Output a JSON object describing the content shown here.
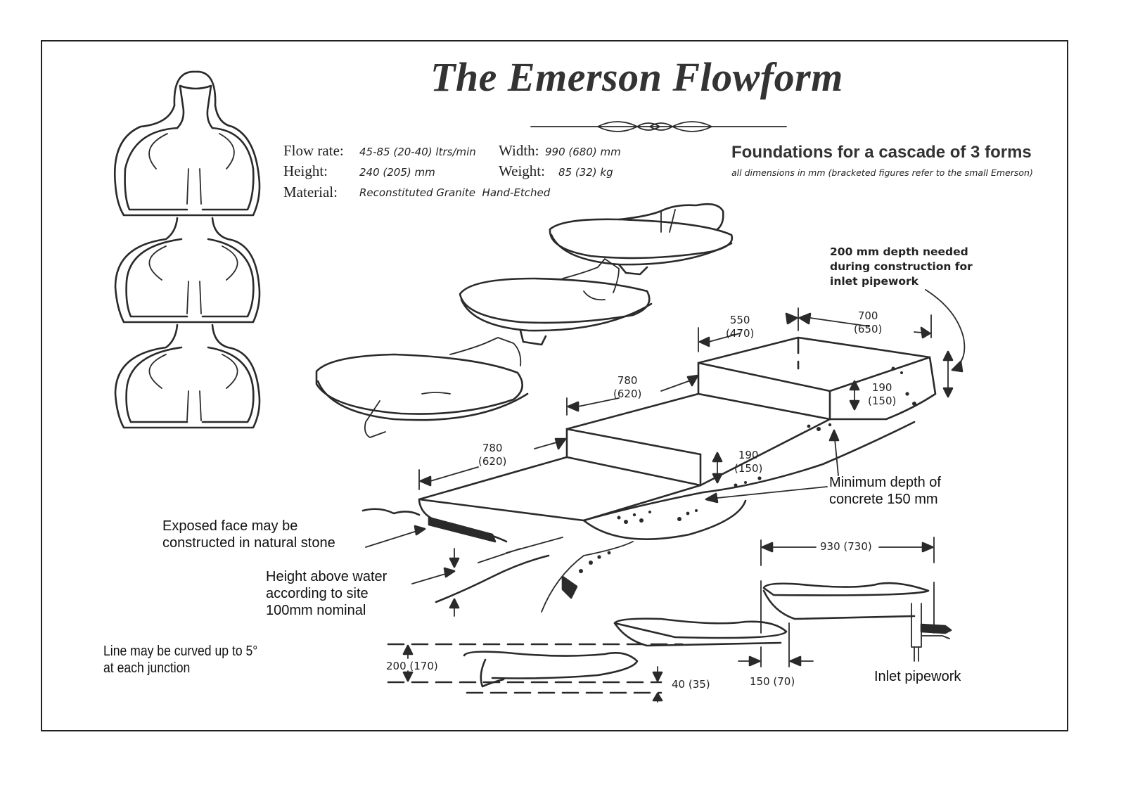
{
  "title": "The Emerson Flowform",
  "specs": {
    "flow_rate": {
      "label": "Flow rate:",
      "value": "45-85 (20-40) ltrs/min"
    },
    "width": {
      "label": "Width:",
      "value": "990 (680) mm"
    },
    "height": {
      "label": "Height:",
      "value": "240 (205) mm"
    },
    "weight": {
      "label": "Weight:",
      "value": "85 (32) kg"
    },
    "material": {
      "label": "Material:",
      "value": "Reconstituted Granite  Hand-Etched"
    }
  },
  "foundations": {
    "title": "Foundations for a cascade of 3 forms",
    "subtitle": "all dimensions in mm (bracketed figures refer to the small Emerson)"
  },
  "dimensions": {
    "top_depth": {
      "main": "550",
      "small": "(470)"
    },
    "top_width": {
      "main": "700",
      "small": "(650)"
    },
    "middle_length": {
      "main": "780",
      "small": "(620)"
    },
    "lower_length": {
      "main": "780",
      "small": "(620)"
    },
    "upper_step": {
      "main": "190",
      "small": "(150)"
    },
    "lower_step": {
      "main": "190",
      "small": "(150)"
    },
    "form_length": "930 (730)",
    "overlap": "150 (70)",
    "drop": "200 (170)",
    "lip": "40 (35)"
  },
  "notes": {
    "pipework_depth": [
      "200 mm depth needed",
      "during construction for",
      "inlet pipework"
    ],
    "min_concrete": [
      "Minimum depth of",
      "concrete 150 mm"
    ],
    "exposed_face": [
      "Exposed face may be",
      "constructed in natural stone"
    ],
    "height_above_water": [
      "Height above water",
      "according to site",
      "100mm nominal"
    ],
    "curve": [
      "Line may be curved up to 5°",
      "at each junction"
    ],
    "inlet": "Inlet pipework"
  }
}
